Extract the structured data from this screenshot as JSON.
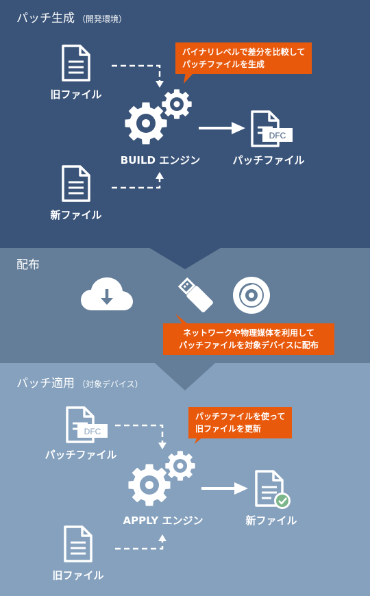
{
  "colors": {
    "section_build_bg": "#3a5479",
    "section_distribute_bg": "#647e99",
    "section_apply_bg": "#85a1bd",
    "callout_bg": "#e8590c",
    "icon": "#ffffff",
    "check": "#7bb58a"
  },
  "build": {
    "title": "パッチ生成",
    "subtitle": "（開発環境）",
    "old_file_label": "旧ファイル",
    "new_file_label": "新ファイル",
    "engine_label": "BUILD エンジン",
    "patch_label": "パッチファイル",
    "patch_badge": "DFC",
    "callout_line1": "バイナリレベルで差分を比較して",
    "callout_line2": "パッチファイルを生成"
  },
  "distribute": {
    "title": "配布",
    "callout_line1": "ネットワークや物理媒体を利用して",
    "callout_line2": "パッチファイルを対象デバイスに配布",
    "icons": [
      "cloud-download-icon",
      "usb-drive-icon",
      "disc-icon"
    ]
  },
  "apply": {
    "title": "パッチ適用",
    "subtitle": "（対象デバイス）",
    "patch_label": "パッチファイル",
    "patch_badge": "DFC",
    "old_file_label": "旧ファイル",
    "engine_label": "APPLY エンジン",
    "new_file_label": "新ファイル",
    "callout_line1": "パッチファイルを使って",
    "callout_line2": "旧ファイルを更新"
  }
}
